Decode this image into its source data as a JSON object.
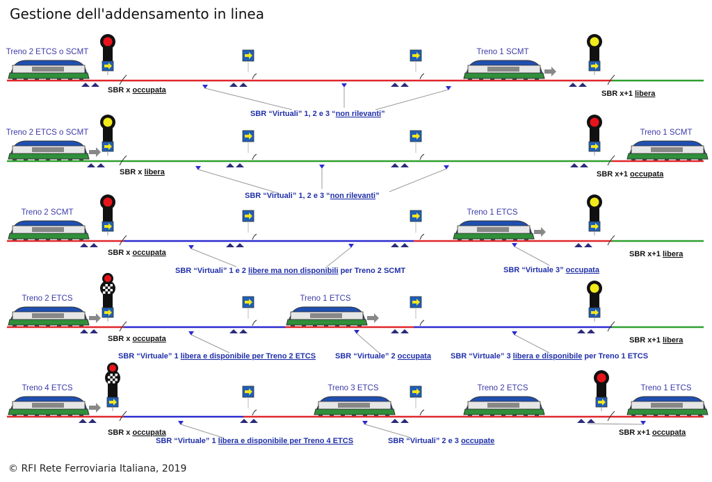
{
  "title": "Gestione dell'addensamento in linea",
  "copyright": "© RFI Rete Ferroviaria Italiana, 2019",
  "colors": {
    "occupied": "#e0262b",
    "free": "#2ea02e",
    "virtual": "#2b2bd0",
    "label_blue": "#1f2fa8",
    "label_black": "#111111"
  },
  "rows": [
    {
      "trains": [
        {
          "name": "Treno 2 ETCS o SCMT",
          "arrow": false
        },
        {
          "name": "Treno 1 SCMT",
          "arrow": true
        }
      ],
      "signals": [
        {
          "aspect": "red"
        },
        {
          "aspect": "yellow"
        }
      ],
      "segments": [
        "occupied",
        "occupied",
        "occupied",
        "free"
      ],
      "labels": [
        {
          "color": "black",
          "parts": [
            {
              "t": "SBR x "
            },
            {
              "t": "occupata",
              "u": true
            }
          ]
        },
        {
          "color": "black",
          "parts": [
            {
              "t": "SBR x+1 "
            },
            {
              "t": "libera",
              "u": true
            }
          ]
        },
        {
          "color": "blue",
          "parts": [
            {
              "t": "SBR “Virtuali” 1, 2 e 3 “"
            },
            {
              "t": "non rilevanti",
              "u": true
            },
            {
              "t": "”"
            }
          ]
        }
      ]
    },
    {
      "trains": [
        {
          "name": "Treno 2 ETCS o SCMT",
          "arrow": true
        },
        {
          "name": "Treno 1 SCMT",
          "arrow": false
        }
      ],
      "signals": [
        {
          "aspect": "yellow"
        },
        {
          "aspect": "red"
        }
      ],
      "segments": [
        "free",
        "free",
        "free",
        "occupied"
      ],
      "labels": [
        {
          "color": "black",
          "parts": [
            {
              "t": "SBR x "
            },
            {
              "t": "libera",
              "u": true
            }
          ]
        },
        {
          "color": "black",
          "parts": [
            {
              "t": "SBR x+1 "
            },
            {
              "t": "occupata",
              "u": true
            }
          ]
        },
        {
          "color": "blue",
          "parts": [
            {
              "t": "SBR “Virtuali” 1, 2 e 3 “"
            },
            {
              "t": "non rilevanti",
              "u": true
            },
            {
              "t": "”"
            }
          ]
        }
      ]
    },
    {
      "trains": [
        {
          "name": "Treno 2 SCMT",
          "arrow": false
        },
        {
          "name": "Treno 1 ETCS",
          "arrow": true
        }
      ],
      "signals": [
        {
          "aspect": "red"
        },
        {
          "aspect": "yellow"
        }
      ],
      "segments": [
        "occupied",
        "virtual",
        "occupied",
        "free"
      ],
      "labels": [
        {
          "color": "black",
          "parts": [
            {
              "t": "SBR x "
            },
            {
              "t": "occupata",
              "u": true
            }
          ]
        },
        {
          "color": "black",
          "parts": [
            {
              "t": "SBR x+1 "
            },
            {
              "t": "libera",
              "u": true
            }
          ]
        },
        {
          "color": "blue",
          "parts": [
            {
              "t": "SBR “Virtuali” 1 e 2 "
            },
            {
              "t": "libere ma non disponibili",
              "u": true
            },
            {
              "t": " per Treno 2 SCMT"
            }
          ]
        },
        {
          "color": "blue",
          "parts": [
            {
              "t": "SBR “Virtuale 3” "
            },
            {
              "t": "occupata",
              "u": true
            }
          ]
        }
      ]
    },
    {
      "trains": [
        {
          "name": "Treno 2 ETCS",
          "arrow": true
        },
        {
          "name": "Treno 1 ETCS",
          "arrow": true
        }
      ],
      "signals": [
        {
          "aspect": "checkered"
        },
        {
          "aspect": "yellow"
        }
      ],
      "segments": [
        "occupied",
        "virtual",
        "occupied",
        "free"
      ],
      "labels": [
        {
          "color": "black",
          "parts": [
            {
              "t": "SBR x "
            },
            {
              "t": "occupata",
              "u": true
            }
          ]
        },
        {
          "color": "black",
          "parts": [
            {
              "t": "SBR x+1 "
            },
            {
              "t": "libera",
              "u": true
            }
          ]
        },
        {
          "color": "blue",
          "parts": [
            {
              "t": "SBR “Virtuale” 1 "
            },
            {
              "t": "libera e disponibile per Treno 2 ETCS",
              "u": true
            }
          ]
        },
        {
          "color": "blue",
          "parts": [
            {
              "t": "SBR “Virtuale” 2 "
            },
            {
              "t": "occupata",
              "u": true
            }
          ]
        },
        {
          "color": "blue",
          "parts": [
            {
              "t": "SBR “Virtuale” 3 "
            },
            {
              "t": "libera e disponibile",
              "u": true
            },
            {
              "t": " per Treno 1 ETCS"
            }
          ]
        }
      ]
    },
    {
      "trains": [
        {
          "name": "Treno 4 ETCS",
          "arrow": true
        },
        {
          "name": "Treno 3 ETCS",
          "arrow": false
        },
        {
          "name": "Treno 2 ETCS",
          "arrow": false
        },
        {
          "name": "Treno 1 ETCS",
          "arrow": false
        }
      ],
      "signals": [
        {
          "aspect": "checkered"
        },
        {
          "aspect": "red"
        }
      ],
      "segments": [
        "occupied",
        "virtual",
        "occupied",
        "occupied"
      ],
      "labels": [
        {
          "color": "black",
          "parts": [
            {
              "t": "SBR x "
            },
            {
              "t": "occupata",
              "u": true
            }
          ]
        },
        {
          "color": "black",
          "parts": [
            {
              "t": "SBR x+1 "
            },
            {
              "t": "occupata",
              "u": true
            }
          ]
        },
        {
          "color": "blue",
          "parts": [
            {
              "t": "SBR “Virtuale” 1 "
            },
            {
              "t": "libera e disponibile per Treno 4 ETCS",
              "u": true
            }
          ]
        },
        {
          "color": "blue",
          "parts": [
            {
              "t": "SBR “Virtuali” 2 e 3 "
            },
            {
              "t": "occupate",
              "u": true
            }
          ]
        }
      ]
    }
  ]
}
